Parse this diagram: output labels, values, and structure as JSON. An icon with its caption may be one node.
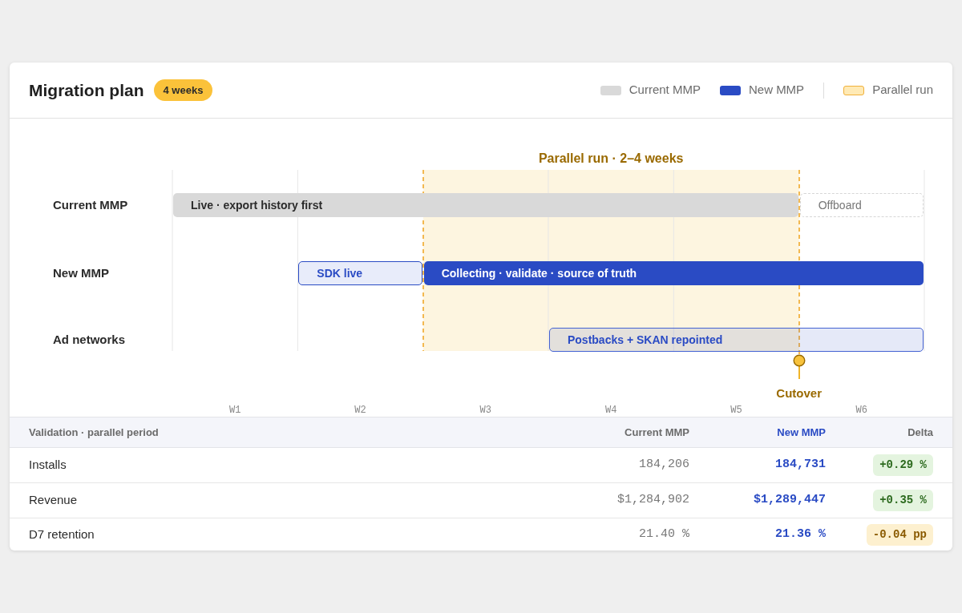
{
  "diagram": {
    "title": "Migration plan",
    "nodes": [
      {
        "text": [
          "4 weeks"
        ]
      },
      {
        "text": [
          "Parallel run · 2–4 weeks"
        ]
      },
      {
        "text": [
          "Live · export history first"
        ]
      },
      {
        "text": [
          "Offboard"
        ]
      },
      {
        "text": [
          "SDK live"
        ]
      },
      {
        "text": [
          "Collecting · validate · source of truth"
        ]
      },
      {
        "text": [
          "Postbacks + SKAN repointed"
        ]
      },
      {
        "text": [
          "Cutover"
        ]
      }
    ],
    "labels": [
      "Current MMP",
      "New MMP",
      "Ad networks",
      "W1",
      "W2",
      "W3",
      "W4",
      "W5",
      "W6",
      "Validation · parallel period",
      "Current MMP",
      "New MMP",
      "Delta",
      "Installs",
      "184,206",
      "184,731",
      "+0.29 %",
      "Revenue",
      "$1,284,902",
      "$1,289,447",
      "+0.35 %",
      "D7 retention",
      "21.40 %",
      "21.36 %",
      "-0.04 pp"
    ],
    "legend": [
      {
        "text": "Current MMP",
        "color": "#d9d9d9"
      },
      {
        "text": "New MMP",
        "color": "#2a4bc4"
      },
      {
        "text": "Parallel run",
        "color": "#ffeab5"
      }
    ]
  }
}
